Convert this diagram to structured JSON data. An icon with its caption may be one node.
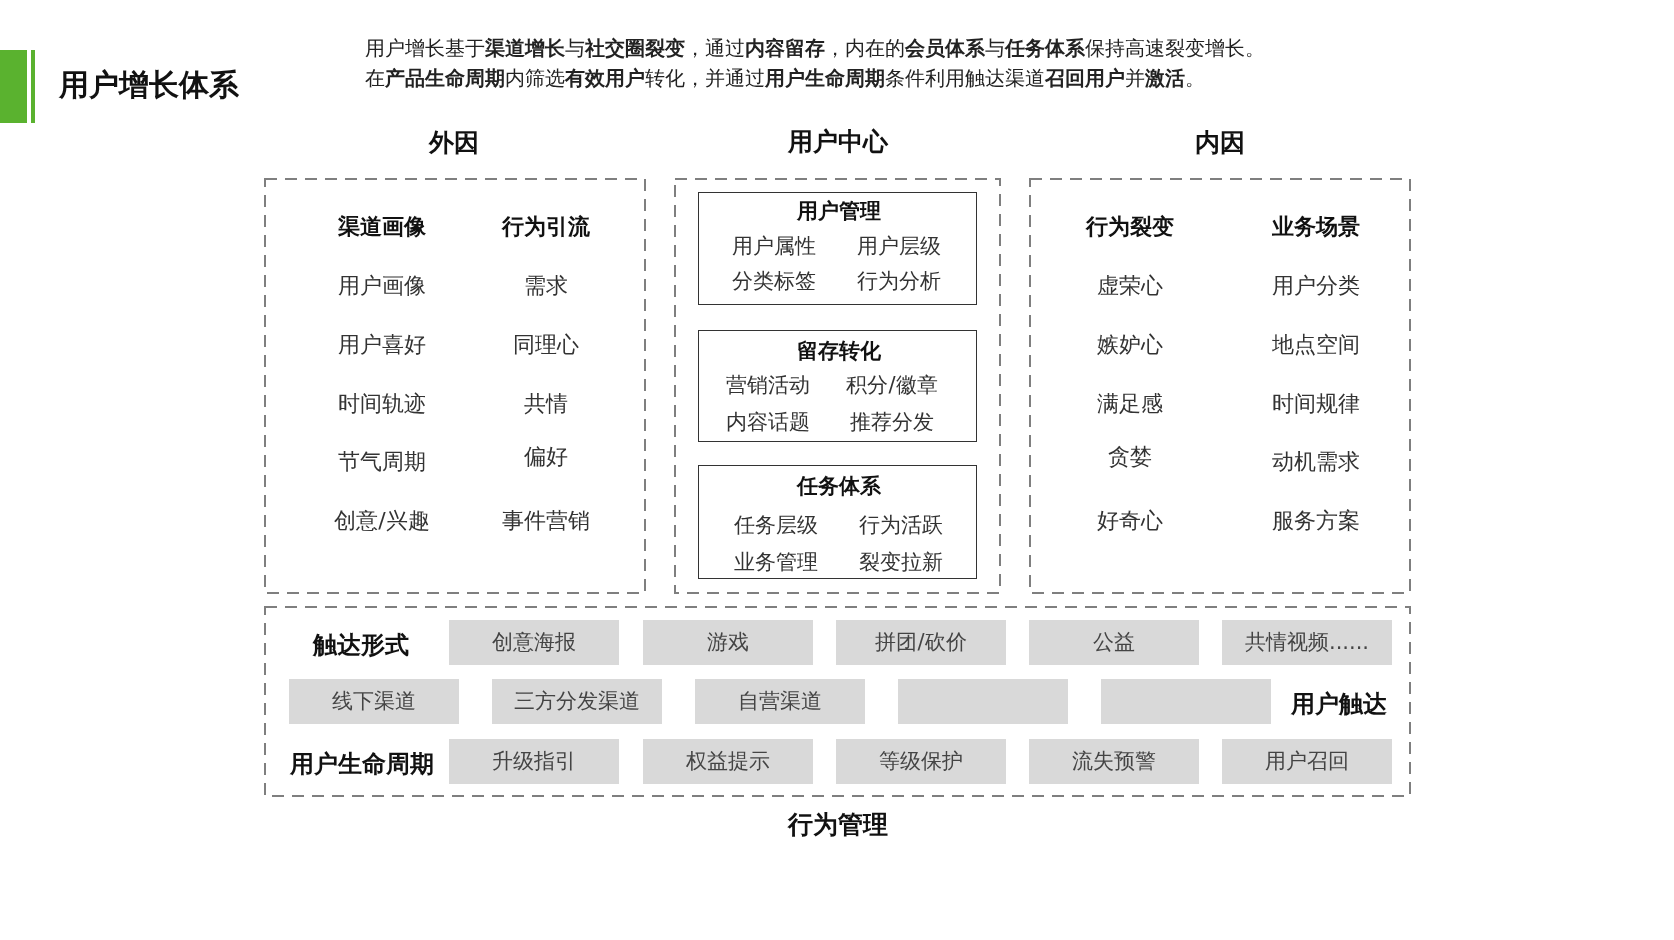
{
  "diagram": {
    "title": "用户增长体系",
    "nodes": [
      {
        "text": [
          "外因",
          "渠道画像",
          "行为引流",
          "用户画像",
          "需求",
          "用户喜好",
          "同理心",
          "时间轨迹",
          "共情",
          "节气周期",
          "偏好",
          "创意/兴趣",
          "事件营销"
        ]
      },
      {
        "text": [
          "用户中心"
        ]
      },
      {
        "text": [
          "用户管理",
          "用户属性",
          "用户层级",
          "分类标签",
          "行为分析"
        ],
        "in": 1
      },
      {
        "text": [
          "留存转化",
          "营销活动",
          "积分/徽章",
          "内容话题",
          "推荐分发"
        ],
        "in": 1
      },
      {
        "text": [
          "任务体系",
          "任务层级",
          "行为活跃",
          "业务管理",
          "裂变拉新"
        ],
        "in": 1
      },
      {
        "text": [
          "内因",
          "行为裂变",
          "业务场景",
          "虚荣心",
          "用户分类",
          "嫉妒心",
          "地点空间",
          "满足感",
          "时间规律",
          "贪婪",
          "动机需求",
          "好奇心",
          "服务方案"
        ]
      },
      {
        "text": [
          "触达形式",
          "用户触达",
          "用户生命周期",
          "行为管理"
        ]
      },
      {
        "text": [
          "创意海报"
        ],
        "in": 6
      },
      {
        "text": [
          "游戏"
        ],
        "in": 6
      },
      {
        "text": [
          "拼团/砍价"
        ],
        "in": 6
      },
      {
        "text": [
          "公益"
        ],
        "in": 6
      },
      {
        "text": [
          "共情视频......"
        ],
        "in": 6
      },
      {
        "text": [
          "线下渠道"
        ],
        "in": 6
      },
      {
        "text": [
          "三方分发渠道"
        ],
        "in": 6
      },
      {
        "text": [
          "自营渠道"
        ],
        "in": 6
      },
      {
        "text": [],
        "shape": "box",
        "in": 6
      },
      {
        "text": [],
        "shape": "box",
        "in": 6
      },
      {
        "text": [
          "升级指引"
        ],
        "in": 6
      },
      {
        "text": [
          "权益提示"
        ],
        "in": 6
      },
      {
        "text": [
          "等级保护"
        ],
        "in": 6
      },
      {
        "text": [
          "流失预警"
        ],
        "in": 6
      },
      {
        "text": [
          "用户召回"
        ],
        "in": 6
      }
    ],
    "labels": [
      "用户增长基于**渠道增长**与**社交圈裂变**，通过**内容留存**，内在的**会员体系**与**任务体系**保持高速裂变增长。",
      "在**产品生命周期**内筛选**有效用户**转化，并通过**用户生命周期**条件利用触达渠道**召回用户**并**激活**。"
    ]
  }
}
